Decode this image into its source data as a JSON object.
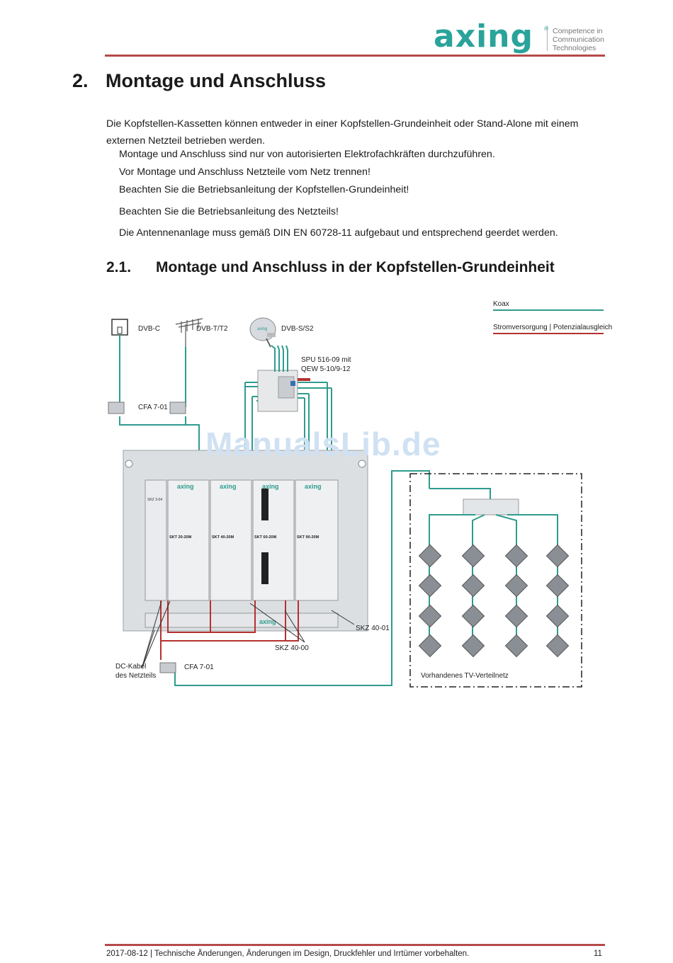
{
  "header": {
    "brand": "axing",
    "reg": "®",
    "tagline": [
      "Competence in",
      "Communication",
      "Technologies"
    ]
  },
  "section": {
    "number": "2.",
    "title": "Montage und Anschluss"
  },
  "intro": "Die Kopfstellen-Kassetten können entweder in einer Kopfstellen-Grundeinheit oder Stand-Alone mit einem externen Netzteil betrieben werden.",
  "bullets": [
    "Montage und Anschluss sind nur von autorisierten Elektrofachkräften durchzuführen.",
    "Vor Montage und Anschluss Netzteile vom Netz trennen!",
    "Beachten Sie die Betriebsanleitung der Kopfstellen-Grundeinheit!",
    "Beachten Sie die Betriebsanleitung des Netzteils!",
    "Die Antennenanlage muss gemäß DIN EN 60728-11 aufgebaut und entsprechend geerdet werden."
  ],
  "subsection": {
    "number": "2.1.",
    "title": "Montage und Anschluss in der Kopfstellen-Grundeinheit"
  },
  "diagram": {
    "legend_koax": "Koax",
    "legend_power": "Stromversorgung | Potenzialausgleich",
    "dvbc": "DVB-C",
    "dvbt": "DVB-T/T2",
    "dvbs": "DVB-S/S2",
    "spu_line1": "SPU 516-09 mit",
    "spu_line2": "QEW 5-10/9-12",
    "cfa_top": "CFA 7-01",
    "cfa_bottom": "CFA 7-01",
    "skz_4001": "SKZ 40-01",
    "skz_4000": "SKZ 40-00",
    "dc_line1": "DC-Kabel",
    "dc_line2": "des Netzteils",
    "network": "Vorhandenes TV-Verteilnetz",
    "dish_brand": "axing",
    "module_brand": "axing",
    "modules": [
      "SKT 20-20M",
      "SKT 40-20M",
      "SKT 60-20M",
      "SKT 90-20M"
    ],
    "side_module": "SKZ 3-04",
    "colors": {
      "koax": "#2e9c8e",
      "power": "#b5312f"
    }
  },
  "watermark": "ManualsLib.de",
  "footer": {
    "text": "2017-08-12 | Technische Änderungen, Änderungen im Design, Druckfehler und Irrtümer vorbehalten.",
    "page": "11"
  }
}
